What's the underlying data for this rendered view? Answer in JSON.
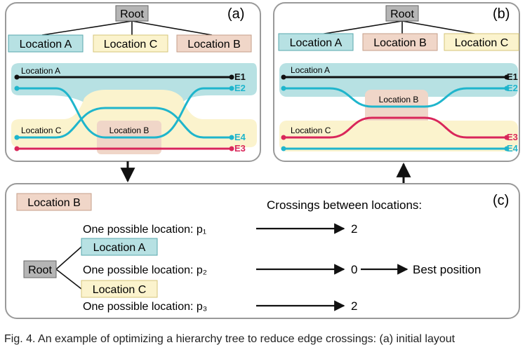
{
  "panel_a": {
    "tag": "(a)",
    "root": "Root",
    "tree_nodes": [
      "Location A",
      "Location C",
      "Location B"
    ],
    "regions": [
      "Location A",
      "Location C",
      "Location B"
    ],
    "edges": [
      "E1",
      "E2",
      "E4",
      "E3"
    ]
  },
  "panel_b": {
    "tag": "(b)",
    "root": "Root",
    "tree_nodes": [
      "Location A",
      "Location B",
      "Location C"
    ],
    "regions": [
      "Location A",
      "Location B",
      "Location C"
    ],
    "edges": [
      "E1",
      "E2",
      "E3",
      "E4"
    ]
  },
  "panel_c": {
    "tag": "(c)",
    "new_node": "Location B",
    "heading": "Crossings between locations:",
    "root": "Root",
    "children": [
      "Location A",
      "Location C"
    ],
    "rows": [
      {
        "text": "One possible location: p₁",
        "value": "2"
      },
      {
        "text": "One possible location: p₂",
        "value": "0",
        "extra": "Best position"
      },
      {
        "text": "One possible location: p₃",
        "value": "2"
      }
    ]
  },
  "caption": "Fig. 4. An example of optimizing a hierarchy tree to reduce edge crossings: (a) initial layout"
}
